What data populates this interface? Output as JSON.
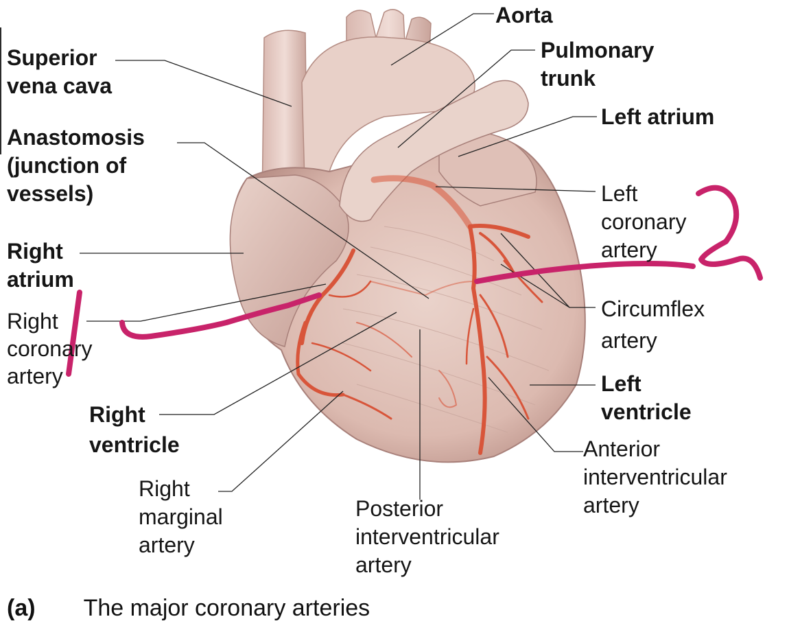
{
  "labels": {
    "aorta": [
      "Aorta"
    ],
    "pulmonary_trunk": [
      "Pulmonary",
      "trunk"
    ],
    "superior_vena_cava": [
      "Superior",
      "vena cava"
    ],
    "left_atrium": [
      "Left atrium"
    ],
    "anastomosis": [
      "Anastomosis",
      "(junction of",
      "vessels)"
    ],
    "left_coronary_artery": [
      "Left",
      "coronary",
      "artery"
    ],
    "right_atrium": [
      "Right",
      "atrium"
    ],
    "circumflex_artery": [
      "Circumflex",
      "artery"
    ],
    "right_coronary_artery": [
      "Right",
      "coronary",
      "artery"
    ],
    "left_ventricle": [
      "Left",
      "ventricle"
    ],
    "right_ventricle": [
      "Right",
      "ventricle"
    ],
    "anterior_interventricular_artery": [
      "Anterior",
      "interventricular",
      "artery"
    ],
    "right_marginal_artery": [
      "Right",
      "marginal",
      "artery"
    ],
    "posterior_interventricular_artery": [
      "Posterior",
      "interventricular",
      "artery"
    ]
  },
  "caption": {
    "tag": "(a)",
    "text": "The major coronary arteries"
  },
  "colors": {
    "heart": "#e3c6bd",
    "artery": "#d8553a",
    "annotation_ink": "#c8236a",
    "leader": "#222222"
  },
  "handwritten": {
    "left_mark": "1",
    "right_mark": "2"
  }
}
